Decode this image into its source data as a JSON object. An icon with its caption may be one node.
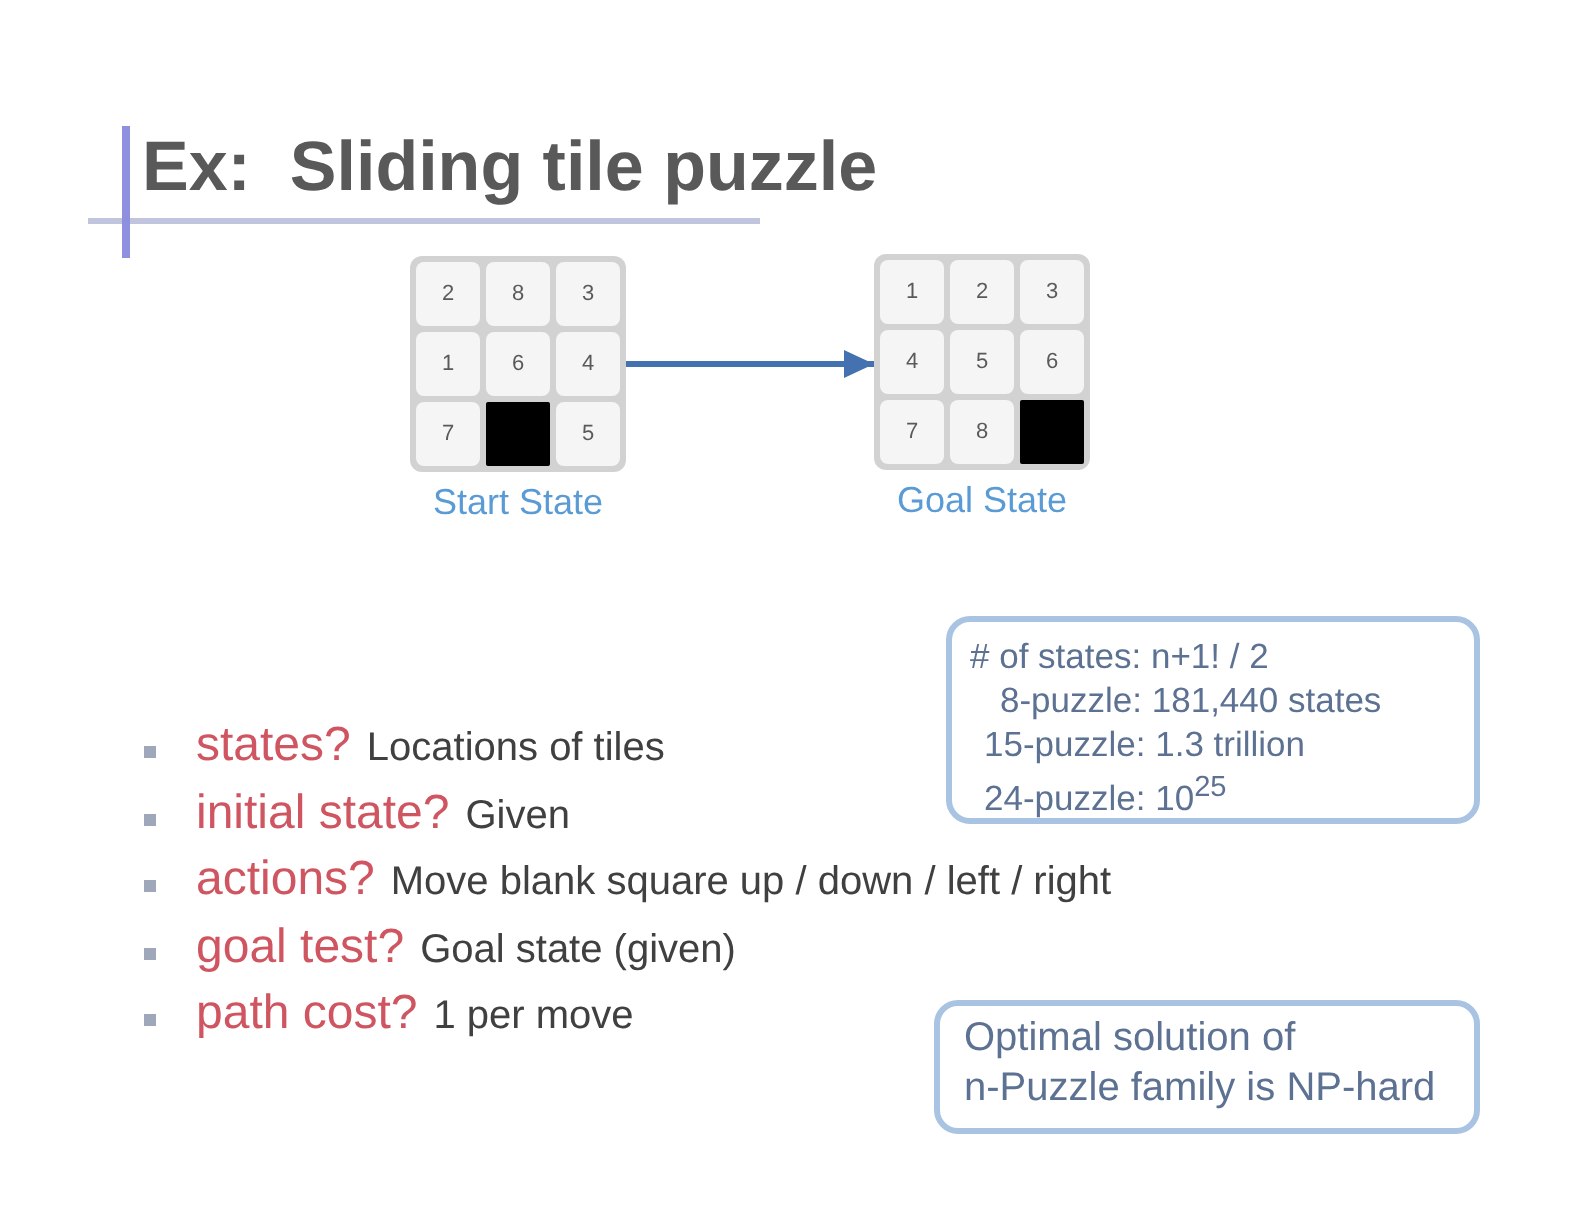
{
  "diagram": {
    "title": "Ex:  Sliding tile puzzle",
    "nodes": [
      {
        "text": [],
        "shape": "box",
        "beside": [
          "Start State"
        ]
      },
      {
        "text": [
          "2"
        ],
        "in": 0
      },
      {
        "text": [
          "8"
        ],
        "in": 0
      },
      {
        "text": [
          "3"
        ],
        "in": 0
      },
      {
        "text": [
          "1"
        ],
        "in": 0
      },
      {
        "text": [
          "6"
        ],
        "in": 0
      },
      {
        "text": [
          "4"
        ],
        "in": 0
      },
      {
        "text": [
          "7"
        ],
        "in": 0
      },
      {
        "text": [],
        "shape": "box",
        "in": 0
      },
      {
        "text": [
          "5"
        ],
        "in": 0
      },
      {
        "text": [],
        "shape": "box",
        "beside": [
          "Goal State"
        ]
      },
      {
        "text": [
          "1"
        ],
        "in": 10
      },
      {
        "text": [
          "2"
        ],
        "in": 10
      },
      {
        "text": [
          "3"
        ],
        "in": 10
      },
      {
        "text": [
          "4"
        ],
        "in": 10
      },
      {
        "text": [
          "5"
        ],
        "in": 10
      },
      {
        "text": [
          "6"
        ],
        "in": 10
      },
      {
        "text": [
          "7"
        ],
        "in": 10
      },
      {
        "text": [
          "8"
        ],
        "in": 10
      },
      {
        "text": [],
        "shape": "box",
        "in": 10
      },
      {
        "text": [
          "# of states: n+1! / 2",
          "8-puzzle: 181,440 states",
          "15-puzzle: 1.3 trillion",
          "24-puzzle: 10$^{25}$"
        ]
      },
      {
        "text": [
          "Optimal solution of n-Puzzle family is NP-hard"
        ]
      }
    ],
    "edges": [
      {
        "from": 0,
        "to": 10,
        "arrow": "to"
      }
    ],
    "labels": [
      "states?",
      "Locations of tiles",
      "initial state?",
      "Given",
      "actions?",
      "Move blank square up / down / left / right",
      "goal test?",
      "Goal state (given)",
      "path cost?",
      "1 per move"
    ]
  }
}
